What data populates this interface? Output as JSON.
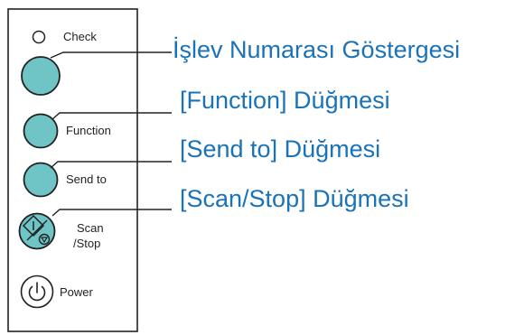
{
  "panel": {
    "check_label": "Check",
    "function_label": "Function",
    "send_to_label": "Send to",
    "scan_label_line1": "Scan",
    "scan_label_line2": "/Stop",
    "power_label": "Power"
  },
  "callouts": [
    {
      "text": "İşlev Numarası Göstergesi"
    },
    {
      "text": "[Function] Düğmesi"
    },
    {
      "text": "[Send to] Düğmesi"
    },
    {
      "text": "[Scan/Stop] Düğmesi"
    }
  ],
  "colors": {
    "button_fill": "#6fc4c6",
    "callout_text": "#1a73b8",
    "outline": "#222222"
  },
  "icons": {
    "scan_stop": "start-stop-icon",
    "power": "power-icon",
    "check_led": "led-circle-icon"
  }
}
